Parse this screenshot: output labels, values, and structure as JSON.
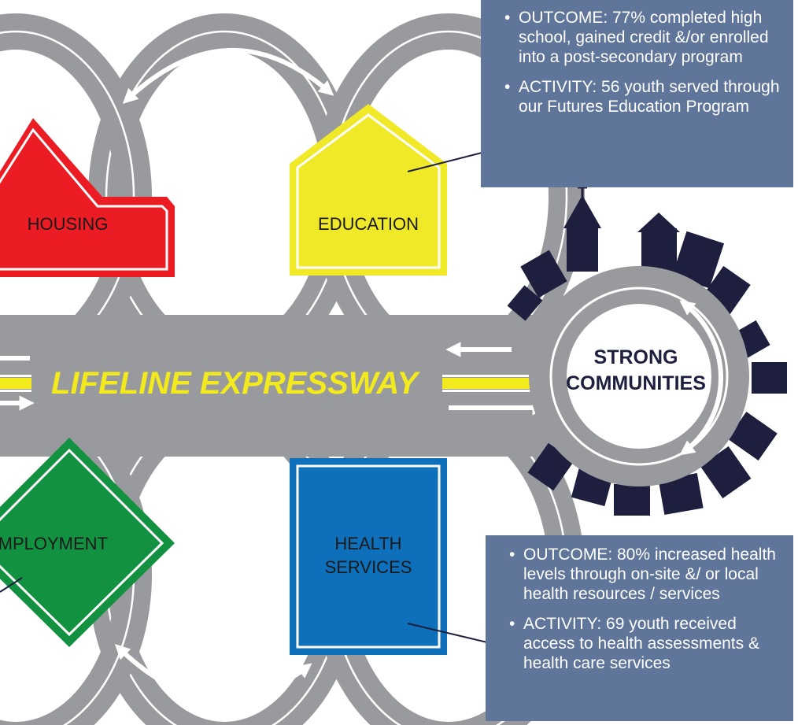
{
  "signs": {
    "housing": "HOUSING",
    "education": "EDUCATION",
    "employment": "EMPLOYMENT",
    "health_line1": "HEALTH",
    "health_line2": "SERVICES"
  },
  "expressway": {
    "label": "LIFELINE EXPRESSWAY"
  },
  "hub": {
    "line1": "STRONG",
    "line2": "COMMUNITIES"
  },
  "callouts": {
    "education": {
      "outcome": "OUTCOME: 77% completed high school, gained credit &/or enrolled into a post-secondary program",
      "activity": "ACTIVITY: 56 youth served through our Futures Education Program"
    },
    "health": {
      "outcome": "OUTCOME: 80% increased health levels through on-site &/ or local health resources / services",
      "activity": "ACTIVITY: 69 youth received access to health assessments & health care services"
    }
  },
  "colors": {
    "road": "#999a9d",
    "housing": "#ec1c24",
    "education": "#f0e928",
    "employment": "#129141",
    "health": "#0e6fbb",
    "highway_line": "#f3ea1d",
    "callout": "#5f7599",
    "skyline": "#1e1f3f"
  }
}
